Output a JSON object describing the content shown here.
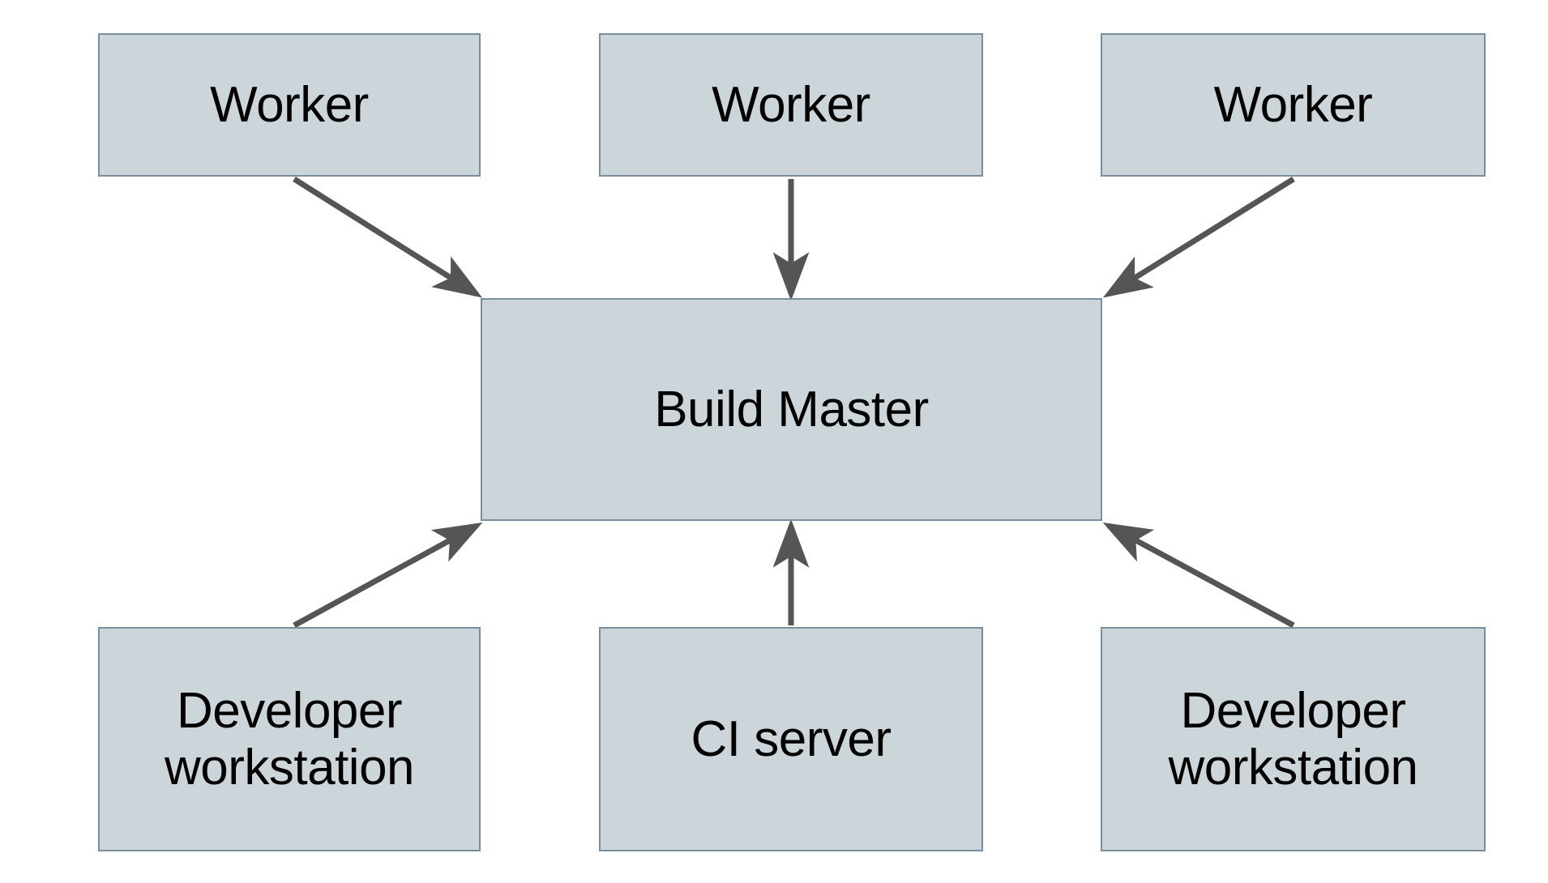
{
  "diagram": {
    "type": "block-architecture",
    "background_color": "#ffffff",
    "node_fill_color": "#ccd6da",
    "node_border_color": "#7a8f9c",
    "edge_color": "#555555",
    "text_color": "#000000",
    "nodes": [
      {
        "id": "worker-1",
        "label": "Worker",
        "row": "top",
        "column": "left"
      },
      {
        "id": "worker-2",
        "label": "Worker",
        "row": "top",
        "column": "center"
      },
      {
        "id": "worker-3",
        "label": "Worker",
        "row": "top",
        "column": "right"
      },
      {
        "id": "build-master",
        "label": "Build Master",
        "row": "middle",
        "column": "center"
      },
      {
        "id": "dev-1",
        "label": "Developer\nworkstation",
        "row": "bottom",
        "column": "left"
      },
      {
        "id": "ci-server",
        "label": "CI server",
        "row": "bottom",
        "column": "center"
      },
      {
        "id": "dev-2",
        "label": "Developer\nworkstation",
        "row": "bottom",
        "column": "right"
      }
    ],
    "edges": [
      {
        "from": "worker-1",
        "to": "build-master",
        "style": "solid",
        "arrow": "single"
      },
      {
        "from": "worker-2",
        "to": "build-master",
        "style": "solid",
        "arrow": "single"
      },
      {
        "from": "worker-3",
        "to": "build-master",
        "style": "solid",
        "arrow": "single"
      },
      {
        "from": "dev-1",
        "to": "build-master",
        "style": "solid",
        "arrow": "single"
      },
      {
        "from": "ci-server",
        "to": "build-master",
        "style": "solid",
        "arrow": "single"
      },
      {
        "from": "dev-2",
        "to": "build-master",
        "style": "solid",
        "arrow": "single"
      }
    ]
  }
}
